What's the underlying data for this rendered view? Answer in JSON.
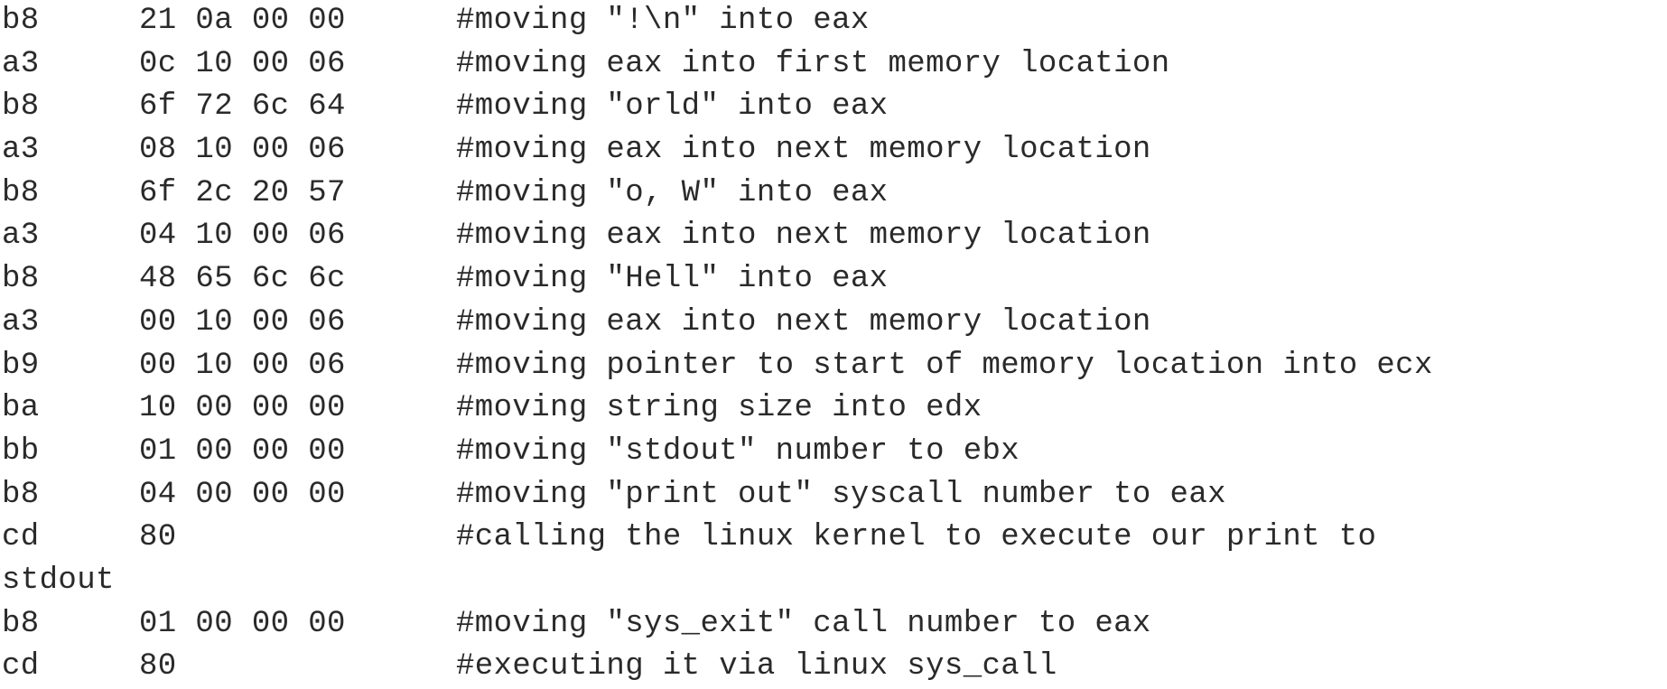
{
  "listing": {
    "rows": [
      {
        "op": "b8",
        "bytes": "21 0a 00 00",
        "comment": "#moving \"!\\n\" into eax"
      },
      {
        "op": "a3",
        "bytes": "0c 10 00 06",
        "comment": "#moving eax into first memory location"
      },
      {
        "op": "b8",
        "bytes": "6f 72 6c 64",
        "comment": "#moving \"orld\" into eax"
      },
      {
        "op": "a3",
        "bytes": "08 10 00 06",
        "comment": "#moving eax into next memory location"
      },
      {
        "op": "b8",
        "bytes": "6f 2c 20 57",
        "comment": "#moving \"o, W\" into eax"
      },
      {
        "op": "a3",
        "bytes": "04 10 00 06",
        "comment": "#moving eax into next memory location"
      },
      {
        "op": "b8",
        "bytes": "48 65 6c 6c",
        "comment": "#moving \"Hell\" into eax"
      },
      {
        "op": "a3",
        "bytes": "00 10 00 06",
        "comment": "#moving eax into next memory location"
      },
      {
        "op": "b9",
        "bytes": "00 10 00 06",
        "comment": "#moving pointer to start of memory location into ecx"
      },
      {
        "op": "ba",
        "bytes": "10 00 00 00",
        "comment": "#moving string size into edx"
      },
      {
        "op": "bb",
        "bytes": "01 00 00 00",
        "comment": "#moving \"stdout\" number to ebx"
      },
      {
        "op": "b8",
        "bytes": "04 00 00 00",
        "comment": "#moving \"print out\" syscall number to eax"
      },
      {
        "op": "cd",
        "bytes": "80",
        "comment": "#calling the linux kernel to execute our print to"
      },
      {
        "op": "b8",
        "bytes": "01 00 00 00",
        "comment": "#moving \"sys_exit\" call number to eax"
      },
      {
        "op": "cd",
        "bytes": "80",
        "comment": "#executing it via linux sys_call"
      }
    ],
    "wrapped_text": "stdout"
  }
}
